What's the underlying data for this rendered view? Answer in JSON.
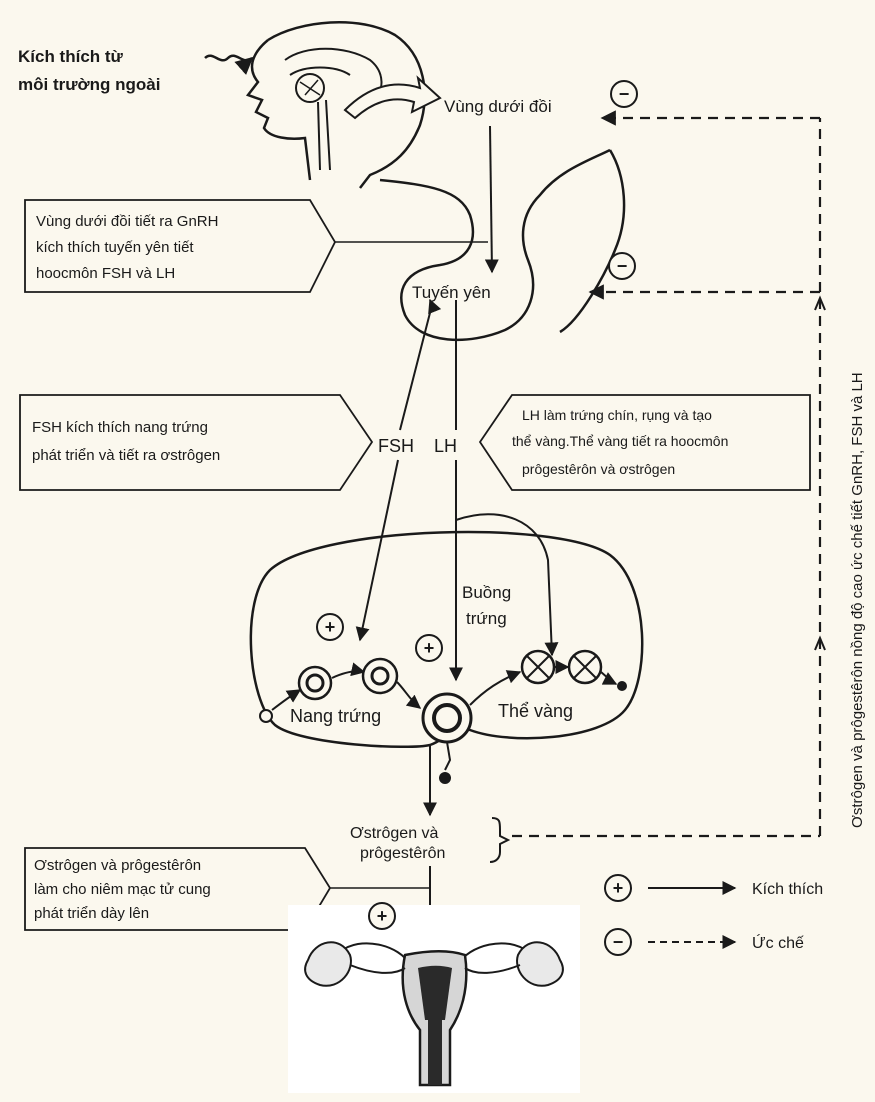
{
  "external_stimulus": {
    "line1": "Kích thích từ",
    "line2": "môi trường ngoài"
  },
  "hypothalamus": "Vùng dưới đồi",
  "pituitary": "Tuyến yên",
  "callouts": {
    "gnrh": [
      "Vùng dưới đồi tiết ra GnRH",
      "kích thích tuyến yên tiết",
      "hoocmôn FSH và LH"
    ],
    "fsh": [
      "FSH kích thích nang trứng",
      "phát triển và tiết ra ơstrôgen"
    ],
    "lh": [
      "LH làm trứng chín, rụng và tạo",
      "thể vàng.Thể vàng tiết ra hoocmôn",
      "prôgestêrôn và ơstrôgen"
    ],
    "uterus": [
      "Ơstrôgen và prôgestêrôn",
      "làm cho niêm mạc tử cung",
      "phát triển dày lên"
    ]
  },
  "hormones": {
    "fsh": "FSH",
    "lh": "LH"
  },
  "ovary": {
    "title1": "Buồng",
    "title2": "trứng",
    "follicle": "Nang trứng",
    "corpus_luteum": "Thể vàng"
  },
  "output": {
    "line1": "Ơstrôgen và",
    "line2": "prôgestêrôn"
  },
  "feedback_label": "Ơstrôgen và prôgestêrôn nồng độ cao ức chế tiết GnRH, FSH và LH",
  "signs": {
    "plus": "+",
    "minus": "−"
  },
  "legend": {
    "stimulate": "Kích thích",
    "inhibit": "Ức chế"
  }
}
